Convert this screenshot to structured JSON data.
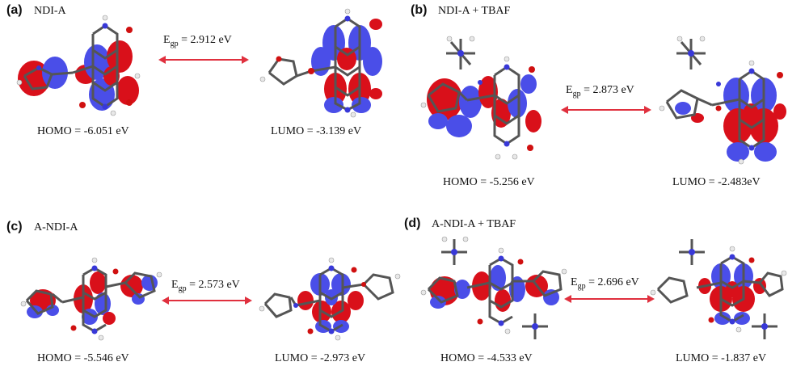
{
  "colors": {
    "positive_lobe": "#d9101a",
    "negative_lobe": "#4a4ee8",
    "arrow": "#e0303e",
    "bond": "#555555",
    "carbon": "#6b6b6b",
    "oxygen": "#d01010",
    "nitrogen": "#3838d8",
    "hydrogen": "#e8e8e8"
  },
  "panels": [
    {
      "label": "(a)",
      "title": "NDI-A",
      "egap_symbol": "E",
      "egap_sub": "gp",
      "egap_value": "= 2.912 eV",
      "homo": "HOMO = -6.051 eV",
      "lumo": "LUMO = -3.139 eV"
    },
    {
      "label": "(b)",
      "title": "NDI-A + TBAF",
      "egap_symbol": "E",
      "egap_sub": "gp",
      "egap_value": "= 2.873 eV",
      "homo": "HOMO = -5.256 eV",
      "lumo": "LUMO = -2.483eV"
    },
    {
      "label": "(c)",
      "title": "A-NDI-A",
      "egap_symbol": "E",
      "egap_sub": "gp",
      "egap_value": "= 2.573 eV",
      "homo": "HOMO = -5.546 eV",
      "lumo": "LUMO = -2.973 eV"
    },
    {
      "label": "(d)",
      "title": "A-NDI-A + TBAF",
      "egap_symbol": "E",
      "egap_sub": "gp",
      "egap_value": "= 2.696 eV",
      "homo": "HOMO = -4.533 eV",
      "lumo": "LUMO = -1.837 eV"
    }
  ]
}
